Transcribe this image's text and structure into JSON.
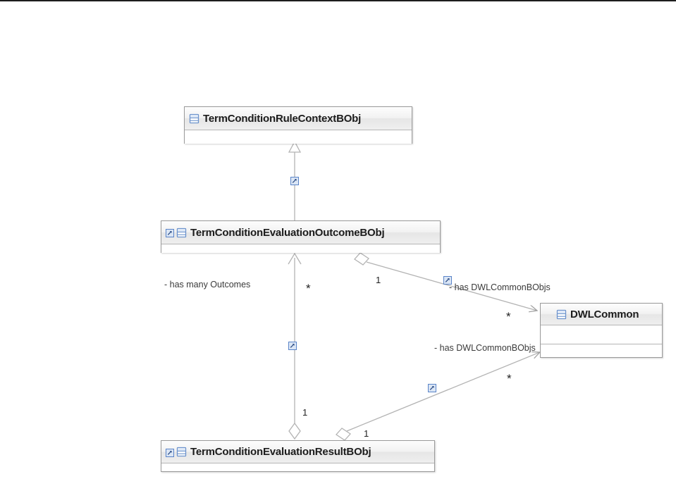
{
  "diagram": {
    "kind": "uml-class-diagram",
    "background": "#ffffff",
    "border_color": "#9a9a9a",
    "header_color": "#eeeeee",
    "line_color": "#b0b0b0",
    "accent": "#5a84c8"
  },
  "classes": [
    {
      "id": "rule-context",
      "name": "TermConditionRuleContextBObj",
      "has_badge": false,
      "compartments": 1
    },
    {
      "id": "evaluation-outcome",
      "name": "TermConditionEvaluationOutcomeBObj",
      "has_badge": true,
      "compartments": 1
    },
    {
      "id": "dwl-common",
      "name": "DWLCommon",
      "has_badge": false,
      "compartments": 2
    },
    {
      "id": "evaluation-result",
      "name": "TermConditionEvaluationResultBObj",
      "has_badge": true,
      "compartments": 1
    }
  ],
  "relations": [
    {
      "id": "generalization",
      "type": "generalization",
      "from": "evaluation-outcome",
      "to": "rule-context",
      "label": "",
      "source_multiplicity": "",
      "target_multiplicity": ""
    },
    {
      "id": "outcome-has-dwlcommon",
      "type": "aggregation",
      "from": "evaluation-outcome",
      "to": "dwl-common",
      "label": "- has DWLCommonBObjs",
      "source_multiplicity": "1",
      "target_multiplicity": "*"
    },
    {
      "id": "result-has-dwlcommon",
      "type": "aggregation",
      "from": "evaluation-result",
      "to": "dwl-common",
      "label": "- has DWLCommonBObjs",
      "source_multiplicity": "1",
      "target_multiplicity": "*"
    },
    {
      "id": "result-has-outcomes",
      "type": "aggregation",
      "from": "evaluation-result",
      "to": "evaluation-outcome",
      "label": "- has many Outcomes",
      "source_multiplicity": "1",
      "target_multiplicity": "*"
    }
  ],
  "labels": {
    "has_many_outcomes": "- has many Outcomes",
    "has_dwlcommon_upper": "- has DWLCommonBObjs",
    "has_dwlcommon_lower": "- has DWLCommonBObjs",
    "star_outcomes": "*",
    "star_dwl_upper": "*",
    "star_dwl_lower": "*",
    "one_outcome_diamond": "1",
    "one_result_diamond": "1",
    "one_result_lower": "1"
  },
  "icons": {
    "class_icon": "class-icon",
    "badge_icon": "shortcut-badge-icon"
  }
}
